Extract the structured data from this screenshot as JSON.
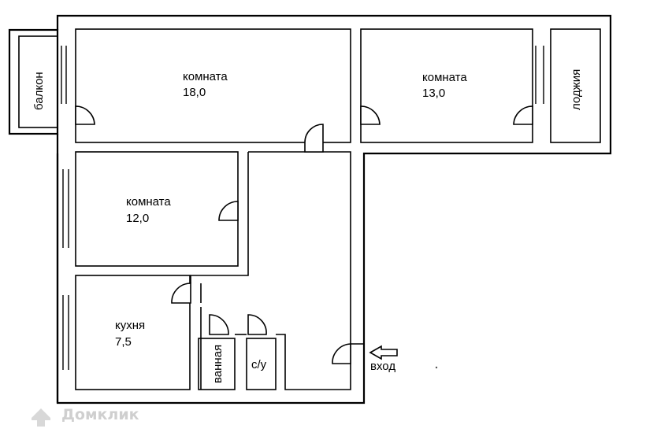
{
  "rooms": {
    "room1": {
      "name": "комната",
      "area": "18,0"
    },
    "room2": {
      "name": "комната",
      "area": "13,0"
    },
    "room3": {
      "name": "комната",
      "area": "12,0"
    },
    "kitchen": {
      "name": "кухня",
      "area": "7,5"
    }
  },
  "labels": {
    "balcony": "балкон",
    "loggia": "лоджия",
    "bathroom": "ванная",
    "toilet": "с/у",
    "entrance": "вход"
  },
  "watermark": {
    "text": "Домклик",
    "icon": "domclick-house-icon"
  }
}
